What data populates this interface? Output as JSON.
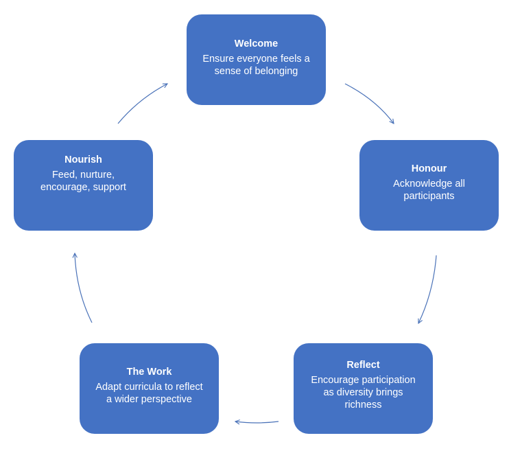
{
  "diagram": {
    "type": "cycle",
    "direction": "clockwise",
    "fill_color": "#4472c4",
    "text_color": "#ffffff",
    "arrow_color": "#4a72b8",
    "nodes": [
      {
        "id": "welcome",
        "title": "Welcome",
        "description": "Ensure everyone feels a\nsense of belonging"
      },
      {
        "id": "honour",
        "title": "Honour",
        "description": "Acknowledge all\nparticipants"
      },
      {
        "id": "reflect",
        "title": "Reflect",
        "description": "Encourage participation\nas diversity brings\nrichness"
      },
      {
        "id": "work",
        "title": "The Work",
        "description": "Adapt curricula to reflect\na wider perspective"
      },
      {
        "id": "nourish",
        "title": "Nourish",
        "description": "Feed, nurture,\nencourage, support"
      }
    ]
  }
}
